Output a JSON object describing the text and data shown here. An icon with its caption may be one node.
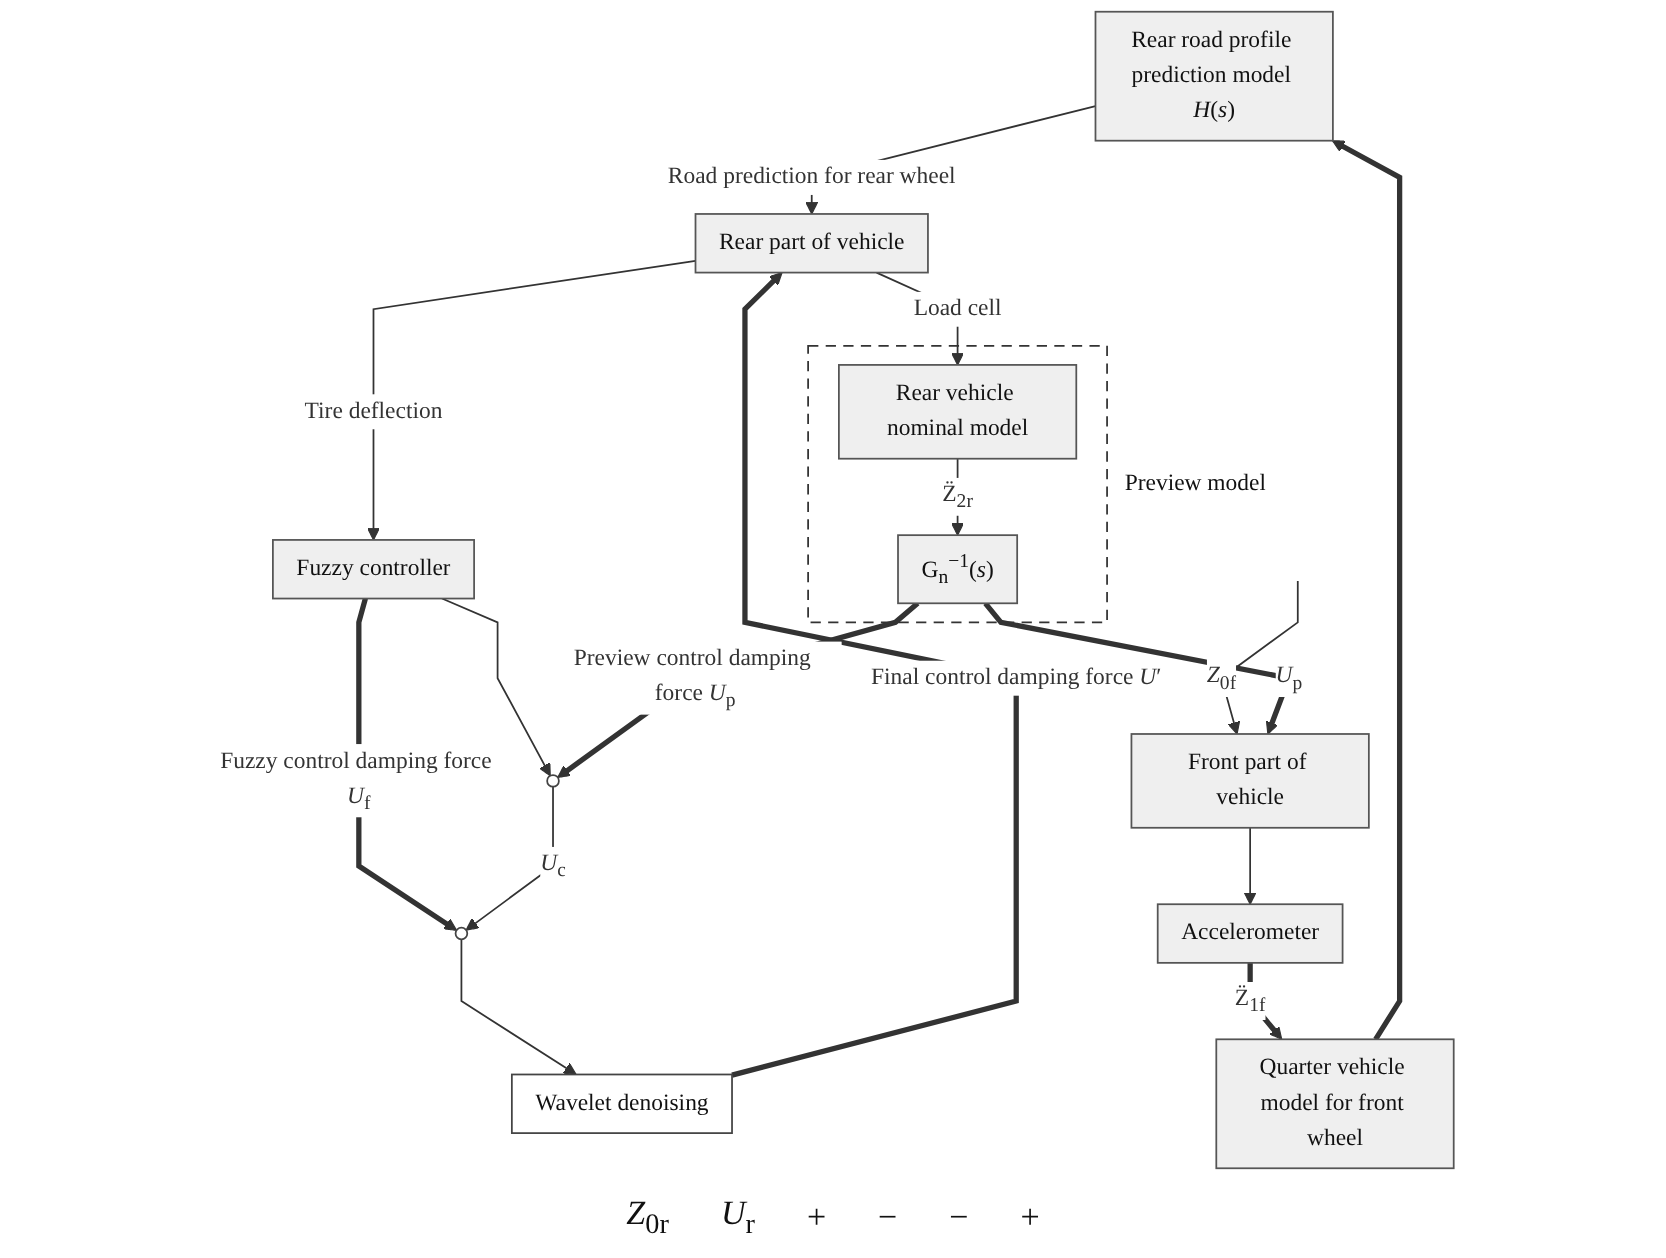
{
  "diagram": {
    "nodes": [
      {
        "text": [
          "Rear road profile prediction model *H*(*s*)"
        ]
      },
      {
        "text": [
          "Quarter vehicle model for front wheel"
        ]
      },
      {
        "text": [
          "Front part of vehicle"
        ]
      },
      {
        "text": [
          "Accelerometer"
        ]
      },
      {
        "text": [
          "Rear part of vehicle"
        ]
      },
      {
        "text": [
          "Fuzzy controller"
        ]
      },
      {
        "text": [
          "Wavelet denoising"
        ]
      },
      {
        "text": [
          "Preview model"
        ]
      },
      {
        "text": [
          "Rear vehicle nominal model"
        ],
        "in": 7
      },
      {
        "text": [
          "G$_{n}$$^{−1}$(*s*)"
        ],
        "in": 7
      },
      {
        "text": [],
        "shape": "circle"
      },
      {
        "text": [],
        "shape": "circle"
      }
    ],
    "edges": [
      {
        "from": 1,
        "to": 0,
        "arrow": "to",
        "style": "thick"
      },
      {
        "from": 0,
        "to": 4,
        "arrow": "to",
        "label": "Road prediction for rear wheel"
      },
      {
        "from": null,
        "to": 2,
        "arrow": "to",
        "label": "*Z*$_{0f}$"
      },
      {
        "from": 2,
        "to": 3,
        "arrow": "to"
      },
      {
        "from": 3,
        "to": 1,
        "arrow": "to",
        "label": "Z̈$_{1f}$",
        "style": "thick"
      },
      {
        "from": 9,
        "to": 2,
        "arrow": "to",
        "label": "*U*$_{p}$",
        "style": "thick"
      },
      {
        "from": 6,
        "to": 4,
        "arrow": "to",
        "label": "Final control damping force *U*′",
        "style": "thick"
      },
      {
        "from": 4,
        "to": 5,
        "arrow": "to",
        "label": "Tire deflection"
      },
      {
        "from": 5,
        "to": 10,
        "arrow": "to",
        "label": "Fuzzy control damping force *U*$_{f}$",
        "style": "thick"
      },
      {
        "from": 5,
        "to": 11,
        "arrow": "to"
      },
      {
        "from": 4,
        "to": 8,
        "arrow": "to",
        "label": "Load cell"
      },
      {
        "from": 8,
        "to": 9,
        "arrow": "to",
        "label": "Z̈$_{2r}$"
      },
      {
        "from": 9,
        "to": 11,
        "arrow": "to",
        "label": "Preview control damping force *U*$_{p}$",
        "style": "thick"
      },
      {
        "from": 11,
        "to": 10,
        "arrow": "to",
        "label": "*U*$_{c}$"
      },
      {
        "from": 10,
        "to": 6,
        "arrow": "to"
      }
    ],
    "labels": [
      "*Z*$_{0r}$",
      "*U*$_{r}$",
      "+",
      "−",
      "−",
      "+"
    ]
  }
}
